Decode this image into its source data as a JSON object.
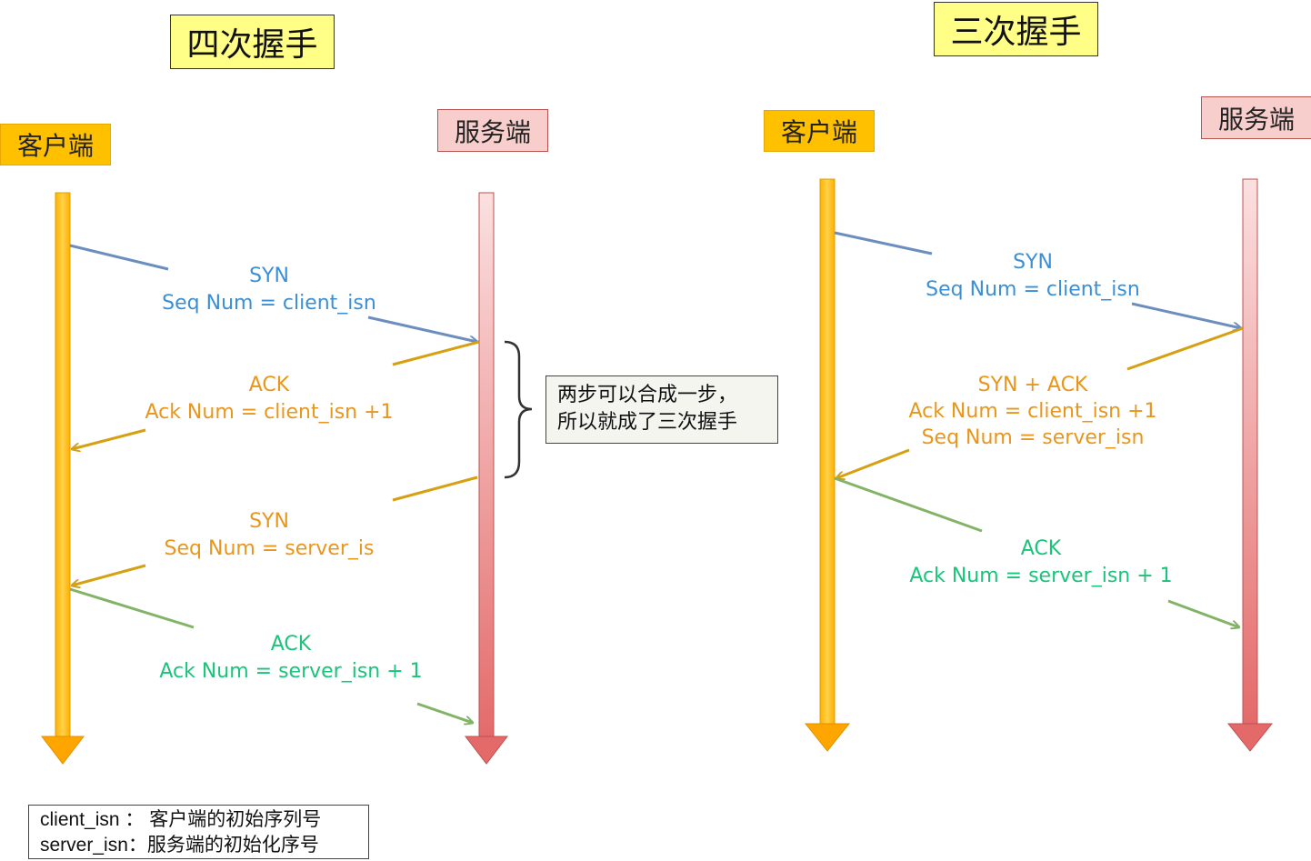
{
  "left": {
    "title": "四次握手",
    "client": "客户端",
    "server": "服务端",
    "msg1": {
      "line1": "SYN",
      "line2": "Seq Num = client_isn"
    },
    "msg2": {
      "line1": "ACK",
      "line2": "Ack Num =  client_isn +1"
    },
    "msg3": {
      "line1": "SYN",
      "line2": "Seq Num = server_is"
    },
    "msg4": {
      "line1": "ACK",
      "line2": "Ack Num = server_isn + 1"
    },
    "note": {
      "line1": "两步可以合成一步，",
      "line2": "所以就成了三次握手"
    }
  },
  "right": {
    "title": "三次握手",
    "client": "客户端",
    "server": "服务端",
    "msg1": {
      "line1": "SYN",
      "line2": "Seq Num = client_isn"
    },
    "msg2": {
      "line1": "SYN + ACK",
      "line2": "Ack Num =  client_isn +1",
      "line3": "Seq Num = server_isn"
    },
    "msg3": {
      "line1": "ACK",
      "line2": "Ack Num = server_isn + 1"
    }
  },
  "legend": {
    "line1": "client_isn ：  客户端的初始序列号",
    "line2": "server_isn：服务端的初始化序号"
  },
  "colors": {
    "syn_client": "#6c8ebf",
    "server_reply": "#d6a012",
    "ack_client": "#82b366",
    "client_bar": "#ffa500",
    "server_bar": "#e06666"
  }
}
